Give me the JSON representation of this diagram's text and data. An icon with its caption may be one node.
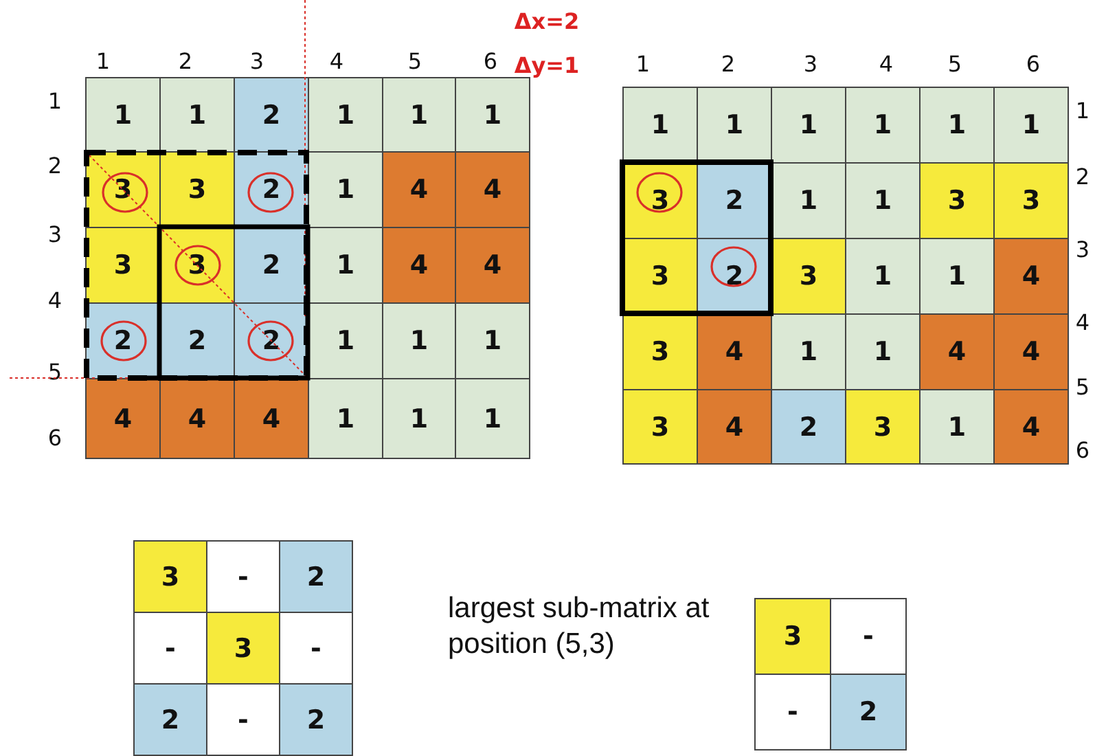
{
  "diagram": {
    "labels": [
      "1",
      "2",
      "3",
      "4",
      "5",
      "6",
      "Δx=2",
      "Δy=1",
      "1",
      "2",
      "3",
      "4",
      "5",
      "6",
      "1",
      "2",
      "3",
      "4",
      "5",
      "6",
      "1",
      "1",
      "2",
      "1",
      "1",
      "1",
      "3",
      "3",
      "2",
      "1",
      "4",
      "4",
      "3",
      "3",
      "2",
      "1",
      "4",
      "4",
      "2",
      "2",
      "2",
      "1",
      "1",
      "1",
      "4",
      "4",
      "4",
      "1",
      "1",
      "1",
      "1",
      "2",
      "3",
      "4",
      "5",
      "6",
      "1",
      "1",
      "1",
      "1",
      "1",
      "1",
      "3",
      "2",
      "1",
      "1",
      "3",
      "3",
      "3",
      "2",
      "3",
      "1",
      "1",
      "4",
      "3",
      "4",
      "1",
      "1",
      "4",
      "4",
      "3",
      "4",
      "2",
      "3",
      "1",
      "4",
      "3",
      "-",
      "2",
      "-",
      "3",
      "-",
      "2",
      "-",
      "2",
      "largest sub-matrix at position (5,3)",
      "3",
      "-",
      "-",
      "2"
    ]
  }
}
